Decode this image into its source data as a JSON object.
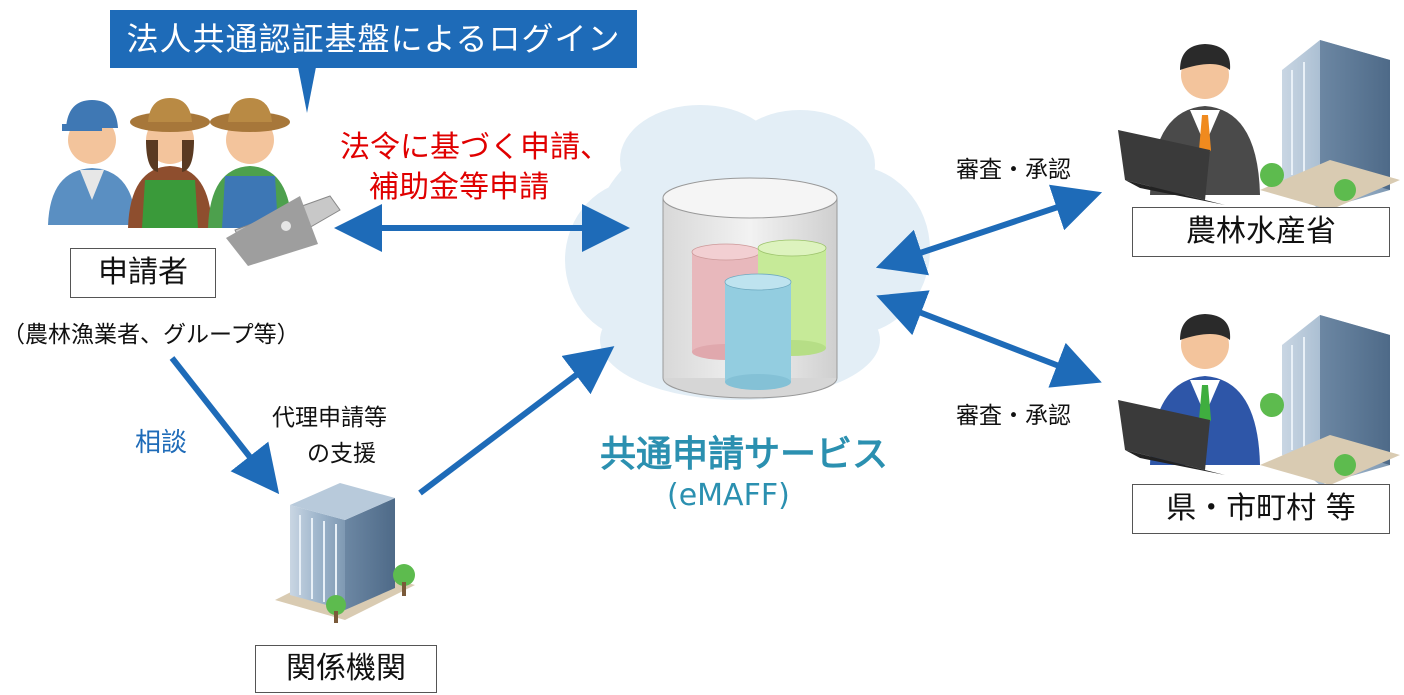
{
  "banner": "法人共通認証基盤によるログイン",
  "applicant": {
    "label": "申請者",
    "sublabel": "（農林漁業者、グループ等）"
  },
  "application": {
    "line1": "法令に基づく申請、",
    "line2": "補助金等申請"
  },
  "consult": "相談",
  "support": {
    "line1": "代理申請等",
    "line2": "の支援"
  },
  "related_org": "関係機関",
  "service": {
    "name": "共通申請サービス",
    "abbr": "(eMAFF)"
  },
  "maff": {
    "action": "審査・承認",
    "label": "農林水産省"
  },
  "local_gov": {
    "action": "審査・承認",
    "label": "県・市町村 等"
  },
  "colors": {
    "banner": "#1E6BB8",
    "arrow": "#1E6BB8",
    "red_text": "#E00000",
    "service_text": "#2B90B0",
    "cloud": "#E3EEF6"
  }
}
